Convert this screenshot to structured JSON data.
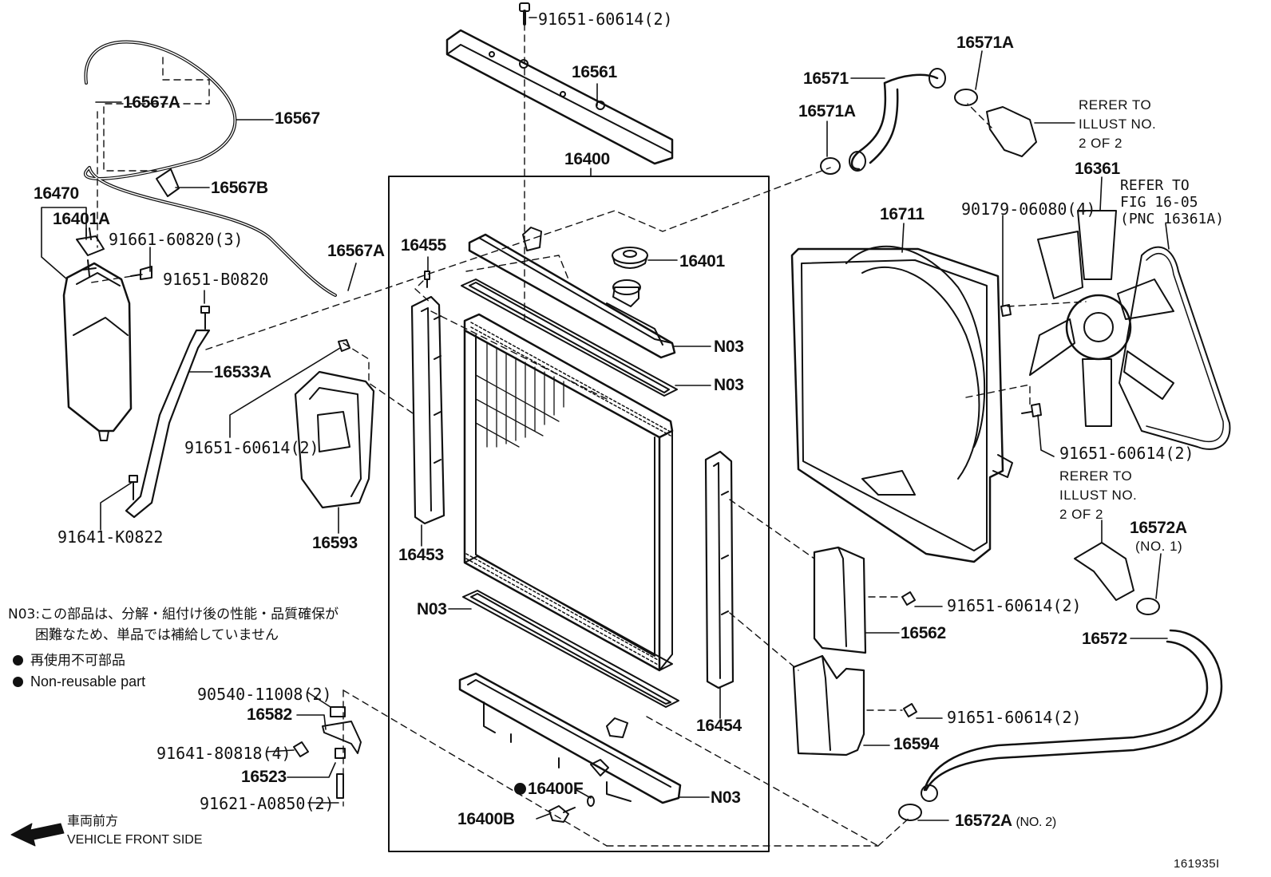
{
  "labels": {
    "bolt_top": "91651-60614(2)",
    "p16561": "16561",
    "p16567a_top": "16567A",
    "p16567": "16567",
    "p16567b": "16567B",
    "p16470": "16470",
    "p16401a": "16401A",
    "b91661": "91661-60820(3)",
    "b91651b": "91651-B0820",
    "p16567a_mid": "16567A",
    "p16455": "16455",
    "p16400": "16400",
    "p16401": "16401",
    "n03_a": "N03",
    "n03_b": "N03",
    "p16533a": "16533A",
    "b91651_left": "91651-60614(2)",
    "b91641k": "91641-K0822",
    "p16593": "16593",
    "p16453": "16453",
    "n03_c": "N03",
    "p16454": "16454",
    "n03_d": "N03",
    "p16400f": "16400F",
    "p16400b": "16400B",
    "p16582": "16582",
    "p16523": "16523",
    "b90540": "90540-11008(2)",
    "b91641_8": "91641-80818(4)",
    "b91621": "91621-A0850(2)",
    "p16571": "16571",
    "p16571a_top": "16571A",
    "p16571a_mid": "16571A",
    "p16711": "16711",
    "b90179": "90179-06080(4)",
    "p16361": "16361",
    "b91651_fan": "91651-60614(2)",
    "b91651_r1": "91651-60614(2)",
    "b91651_r2": "91651-60614(2)",
    "p16562": "16562",
    "p16594": "16594",
    "p16572": "16572",
    "p16572a_top": "16572A",
    "p16572a_no1": "(NO. 1)",
    "p16572a_bot": "16572A",
    "p16572a_no2": "(NO. 2)",
    "ref1": "RERER TO\nILLUST NO.\n2 OF 2",
    "ref2": "REFER TO\nFIG 16-05\n(PNC 16361A)",
    "ref3": "RERER TO\nILLUST NO.\n2 OF 2"
  },
  "notes": {
    "n03_jp": "N03:この部品は、分解・組付け後の性能・品質確保が\n　　困難なため、単品では補給していません",
    "nonreusable_jp": "再使用不可部品",
    "nonreusable_en": "Non-reusable part"
  },
  "footer": {
    "front_jp": "車両前方",
    "front_en": "VEHICLE FRONT SIDE",
    "figure_no": "161935I"
  }
}
